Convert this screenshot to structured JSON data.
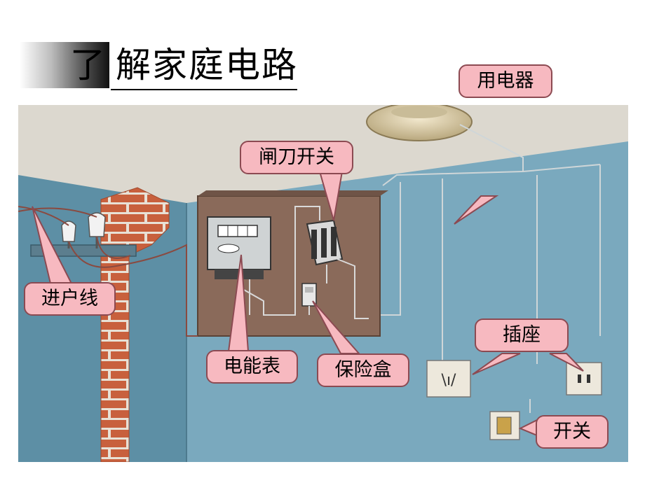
{
  "title": {
    "first_char": "了",
    "rest": "解家庭电路"
  },
  "labels": {
    "appliance": "用电器",
    "knife_switch": "闸刀开关",
    "entry_line": "进户线",
    "meter": "电能表",
    "fuse_box": "保险盒",
    "socket": "插座",
    "switch": "开关"
  },
  "colors": {
    "wall_left": "#5d8fa5",
    "wall_main": "#7aa9be",
    "ceiling": "#dedbd2",
    "board": "#8a6a5a",
    "brick": "#c8603d",
    "mortar": "#e8e1d6",
    "callout_fill": "#f7b9c0",
    "callout_border": "#8c4a52"
  }
}
